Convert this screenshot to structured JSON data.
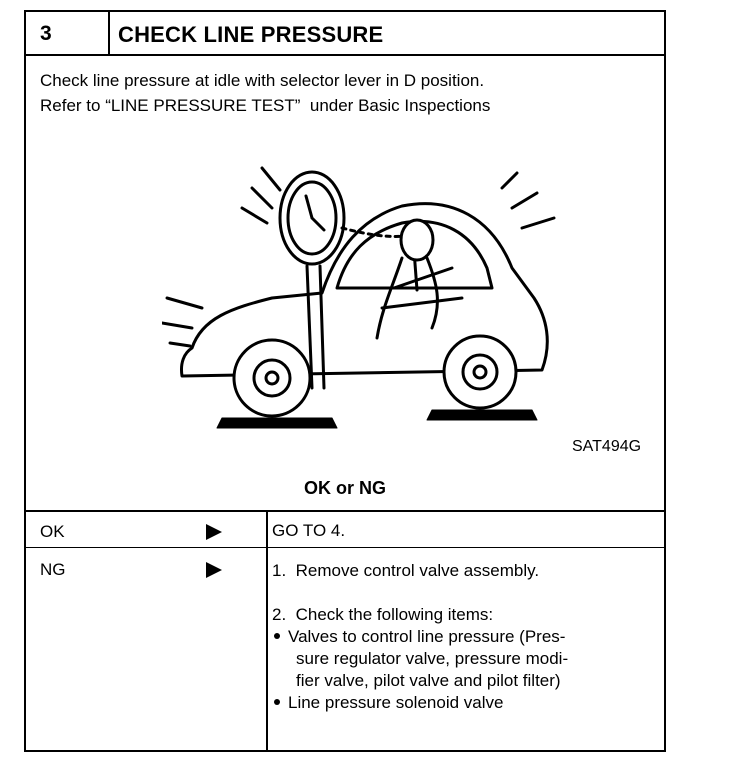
{
  "header": {
    "step_number": "3",
    "title": "CHECK LINE PRESSURE"
  },
  "instructions": [
    "Check line pressure at idle with selector lever in D position.",
    "Refer to “LINE PRESSURE TEST”  under Basic Inspections"
  ],
  "figure": {
    "code": "SAT494G"
  },
  "prompt": "OK or NG",
  "results": {
    "ok": {
      "label": "OK",
      "action": "GO TO 4."
    },
    "ng": {
      "label": "NG",
      "step1": "1.  Remove control valve assembly.",
      "step2": "2.  Check the following items:",
      "bullet1_lines": [
        "Valves to control line pressure (Pres-",
        "sure regulator valve, pressure modi-",
        "fier valve, pilot valve and pilot filter)"
      ],
      "bullet2": "Line pressure solenoid valve"
    }
  }
}
